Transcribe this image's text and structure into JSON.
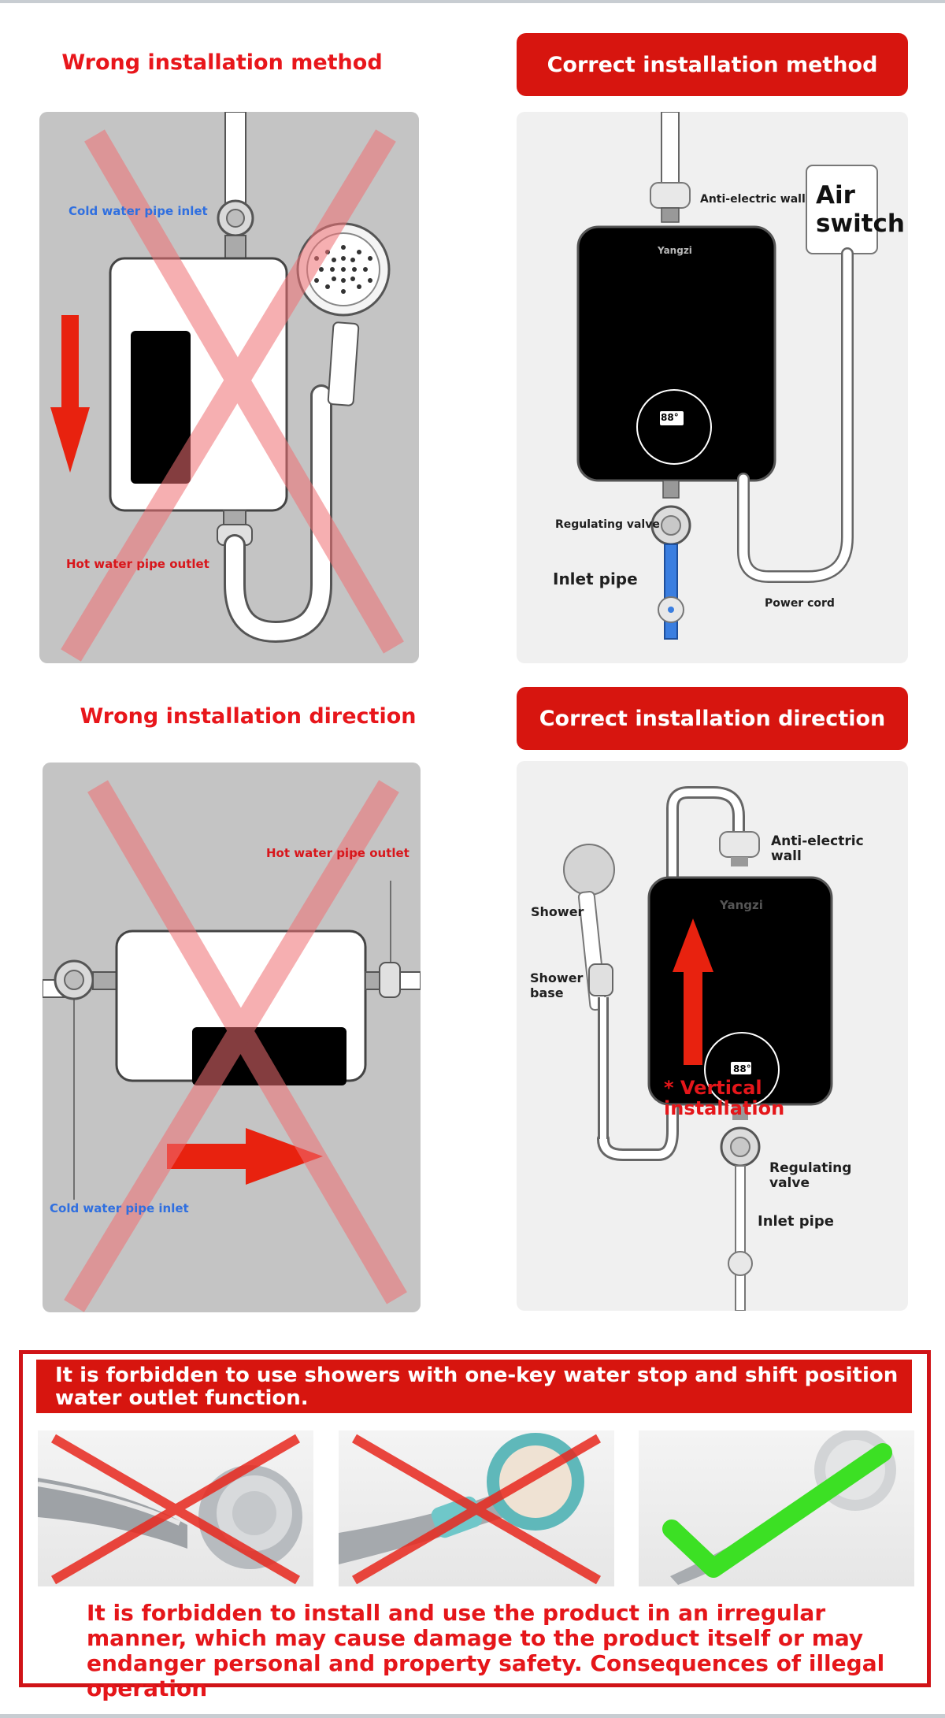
{
  "sections": {
    "wrong_method": {
      "title": "Wrong installation method",
      "labels": {
        "cold_inlet": "Cold water pipe inlet",
        "hot_outlet": "Hot water pipe outlet"
      }
    },
    "correct_method": {
      "title": "Correct installation method",
      "labels": {
        "anti_electric_wall": "Anti-electric wall",
        "air_switch": "Air switch",
        "regulating_valve": "Regulating valve",
        "inlet_pipe": "Inlet pipe",
        "power_cord": "Power cord",
        "brand": "Yangzi",
        "display": "88°"
      }
    },
    "wrong_direction": {
      "title": "Wrong installation direction",
      "labels": {
        "hot_outlet": "Hot water pipe outlet",
        "cold_inlet": "Cold water pipe inlet"
      }
    },
    "correct_direction": {
      "title": "Correct installation direction",
      "labels": {
        "anti_electric_wall": "Anti-electric wall",
        "shower": "Shower",
        "shower_base": "Shower base",
        "regulating_valve": "Regulating valve",
        "inlet_pipe": "Inlet pipe",
        "vertical_note": "* Vertical installation",
        "brand": "Yangzi",
        "display": "88°"
      }
    }
  },
  "notice": {
    "banner": "It is forbidden to use showers with one-key water stop and shift position water outlet function.",
    "warning": "It is forbidden to install and use the product in an irregular manner, which may cause damage to the product itself or may endanger personal and property safety. Consequences of illegal operation",
    "photos": [
      {
        "status": "forbidden",
        "mark": "red-x"
      },
      {
        "status": "forbidden",
        "mark": "red-x"
      },
      {
        "status": "allowed",
        "mark": "green-check"
      }
    ]
  },
  "colors": {
    "accent_red": "#d7150f",
    "warning_red": "#e8161b",
    "label_blue": "#2f6fe0",
    "check_green": "#3ce024"
  }
}
